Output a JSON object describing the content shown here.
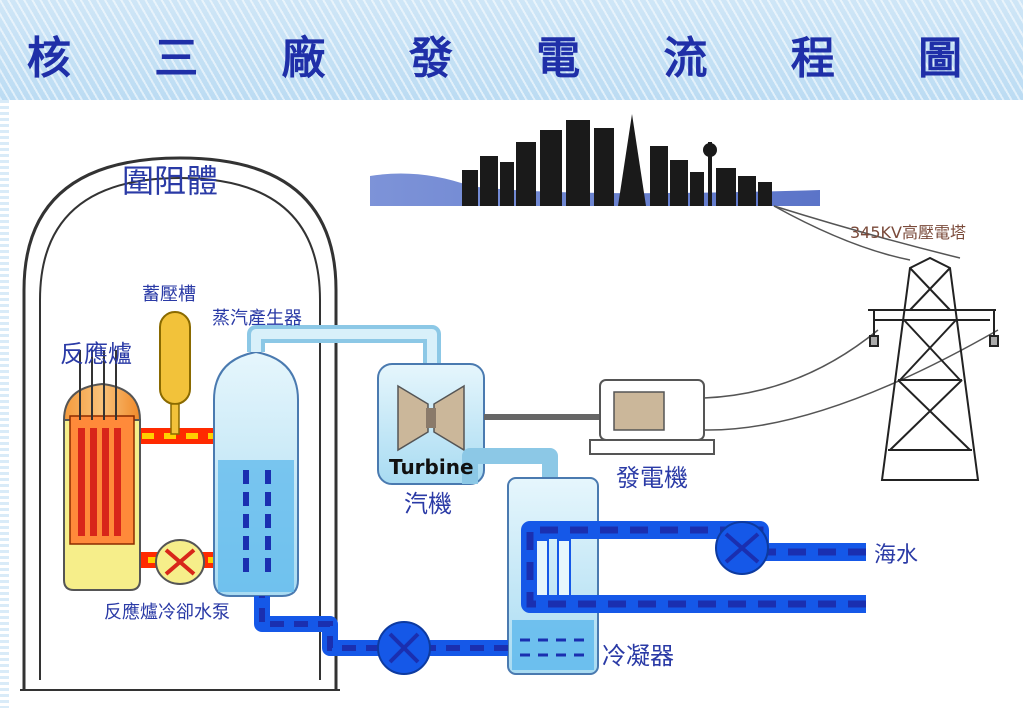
{
  "title": "核 三 廠 發 電 流 程 圖",
  "labels": {
    "containment": "圍阻體",
    "pressurizer": "蓄壓槽",
    "steam_generator": "蒸汽產生器",
    "reactor": "反應爐",
    "reactor_coolant_pump": "反應爐冷卻水泵",
    "turbine_en": "Turbine",
    "turbine_zh": "汽機",
    "generator": "發電機",
    "condenser": "冷凝器",
    "seawater": "海水",
    "transmission_tower": "345KV高壓電塔"
  },
  "colors": {
    "title": "#1f2fa8",
    "label": "#2a3aa6",
    "primary_loop": "#ff2a00",
    "primary_loop_dash": "#ffd000",
    "steam": "#bfe6f7",
    "cooling_water": "#1558e8",
    "cooling_dash": "#1a2fb0",
    "city": "#1a1a1a"
  },
  "icons": [
    "pump-icon",
    "pump-icon",
    "pump-icon"
  ]
}
